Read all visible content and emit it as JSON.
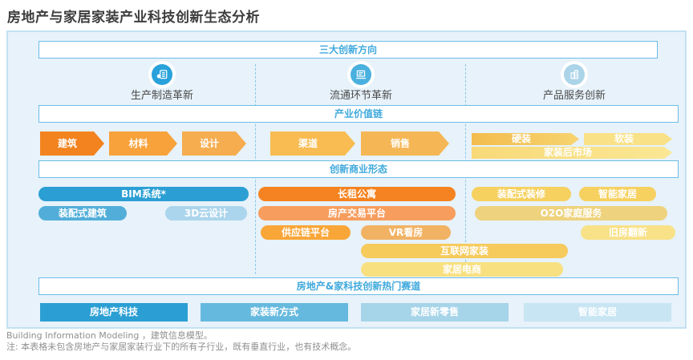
{
  "title": "房地产与家居家装产业科技创新生态分析",
  "banners": {
    "directions": "三大创新方向",
    "value_chain": "产业价值链",
    "business_forms": "创新商业形态",
    "hot_tracks": "房地产&家科技创新热门赛道"
  },
  "columns": [
    {
      "icon": "manufacturing-icon",
      "label": "生产制造革新"
    },
    {
      "icon": "circulation-icon",
      "label": "流通环节革新"
    },
    {
      "icon": "product-service-icon",
      "label": "产品服务创新"
    }
  ],
  "value_chain": {
    "left": [
      "建筑",
      "材料",
      "设计"
    ],
    "middle": [
      "渠道",
      "销售"
    ],
    "right_top": [
      "硬装",
      "软装"
    ],
    "right_bottom": "家装后市场"
  },
  "business_forms": {
    "left": [
      "BIM系统*",
      "装配式建筑",
      "3D云设计"
    ],
    "middle": [
      "长租公寓",
      "房产交易平台",
      "供应链平台",
      "VR看房"
    ],
    "spanning": [
      "互联网家装",
      "家居电商"
    ],
    "right": [
      "装配式装修",
      "智能家居",
      "O2O家庭服务",
      "旧房翻新"
    ]
  },
  "hot_tracks": [
    "房地产科技",
    "家装新方式",
    "家居新零售",
    "智能家居"
  ],
  "footnotes": [
    "Building Information Modeling ，建筑信息模型。",
    "注: 本表格未包含房地产与家居家装行业下的所有子行业，既有垂直行业，也有技术概念。"
  ],
  "colors": {
    "board_bg": "#e7f2fa",
    "banner_text": "#3fa9dc",
    "blue_dark": "#2b9fd4",
    "orange_dark": "#f58321",
    "yellow_light": "#f8e080"
  }
}
